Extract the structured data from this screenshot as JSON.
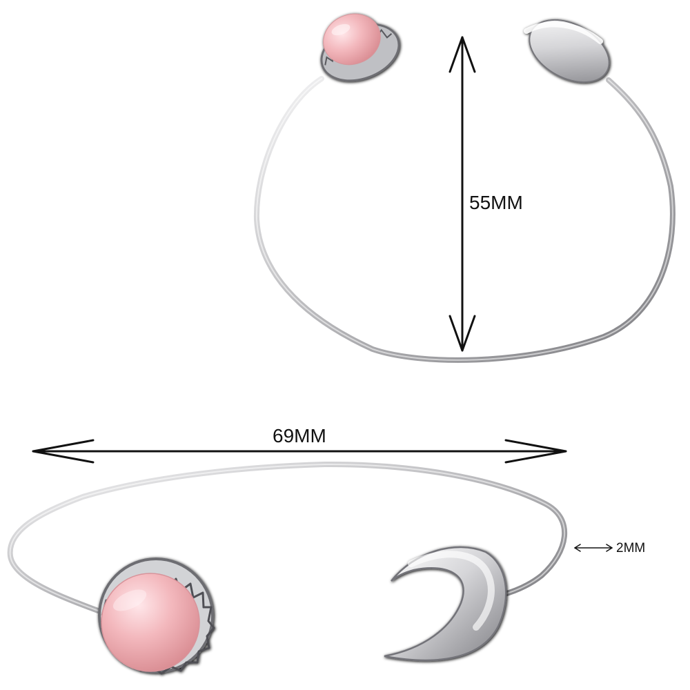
{
  "dimensions": {
    "height_label": "55MM",
    "width_label": "69MM",
    "thickness_label": "2MM"
  },
  "product": {
    "stone_color": "#f0b9bc",
    "metal_color": "#c7c7c9",
    "arrow_color": "#111111"
  },
  "icons": {
    "stone": "pink-round-stone",
    "moon": "crescent-moon"
  }
}
